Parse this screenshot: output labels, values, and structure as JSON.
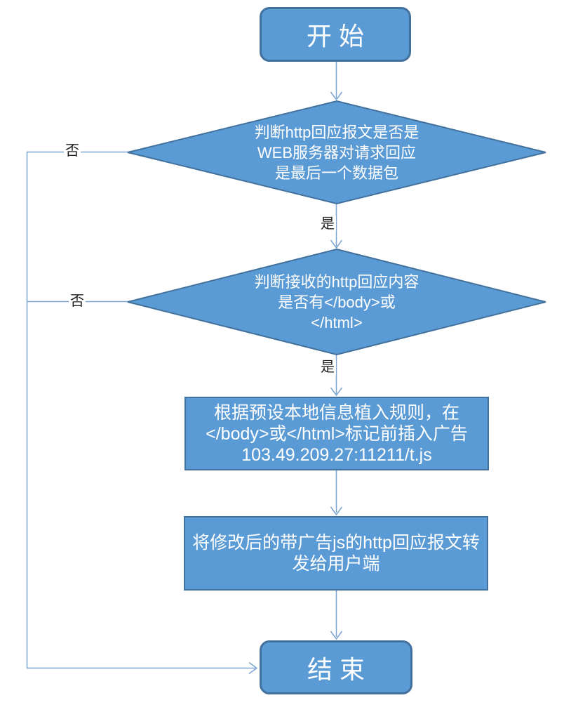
{
  "flowchart": {
    "start": {
      "label": "开始"
    },
    "decisions": [
      {
        "id": "decision1",
        "label": "判断http回应报文是否是\nWEB服务器对请求回应\n是最后一个数据包",
        "yes_label": "是",
        "no_label": "否"
      },
      {
        "id": "decision2",
        "label": "判断接收的http回应内容\n是否有</body>或\n</html>",
        "yes_label": "是",
        "no_label": "否"
      }
    ],
    "processes": [
      {
        "id": "process1",
        "label": "根据预设本地信息植入规则，在\n</body>或</html>标记前插入广告\n103.49.209.27:11211/t.js"
      },
      {
        "id": "process2",
        "label": "将修改后的带广告js的http回应报文转\n发给用户端"
      }
    ],
    "end": {
      "label": "结束"
    },
    "colors": {
      "node_fill": "#5B9BD5",
      "node_border": "#41719C",
      "connector": "#7CA5D2",
      "node_text": "#FFFFFF",
      "edge_label_text": "#1F1F1F",
      "background": "#FFFFFF"
    }
  }
}
